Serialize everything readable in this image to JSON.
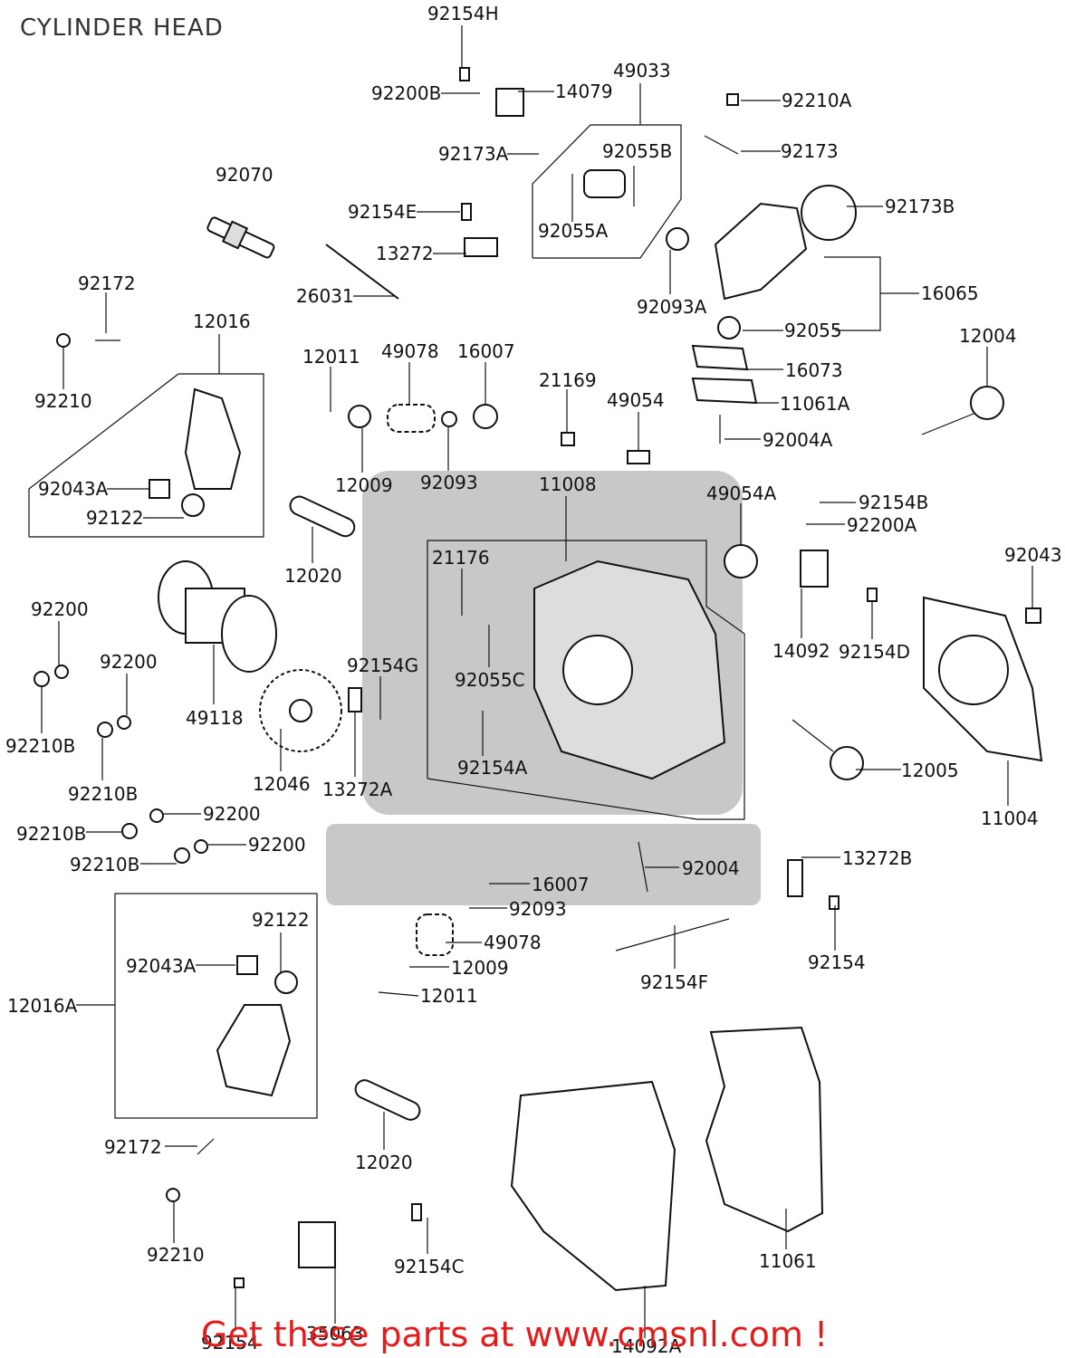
{
  "title": "CYLINDER HEAD",
  "footer": "Get these parts at www.cmsnl.com !",
  "colors": {
    "footer": "#e21b1b",
    "line": "#111111",
    "title": "#333333"
  },
  "part_labels": [
    "92154H",
    "92200B",
    "14079",
    "49033",
    "92210A",
    "92173A",
    "92055B",
    "92173",
    "92070",
    "92154E",
    "92173B",
    "92055A",
    "13272",
    "92093A",
    "26031",
    "16065",
    "92055",
    "92172",
    "12016",
    "12004",
    "16073",
    "12011",
    "49078",
    "16007",
    "21169",
    "11061A",
    "92210",
    "49054",
    "92004A",
    "12009",
    "92093",
    "11008",
    "92043A",
    "49054A",
    "92154B",
    "92122",
    "92200A",
    "12020",
    "92043",
    "21176",
    "92200",
    "92154G",
    "14092",
    "92154D",
    "92055C",
    "92200",
    "92210B",
    "49118",
    "92154A",
    "12005",
    "92210B",
    "12046",
    "13272A",
    "11004",
    "92200",
    "92210B",
    "92200",
    "92210B",
    "13272B",
    "92004",
    "16007",
    "92093",
    "92122",
    "49078",
    "92043A",
    "12009",
    "92154F",
    "92154",
    "12016A",
    "12011",
    "92172",
    "12020",
    "11061",
    "92210",
    "92154C",
    "92154",
    "35063",
    "14092A"
  ]
}
